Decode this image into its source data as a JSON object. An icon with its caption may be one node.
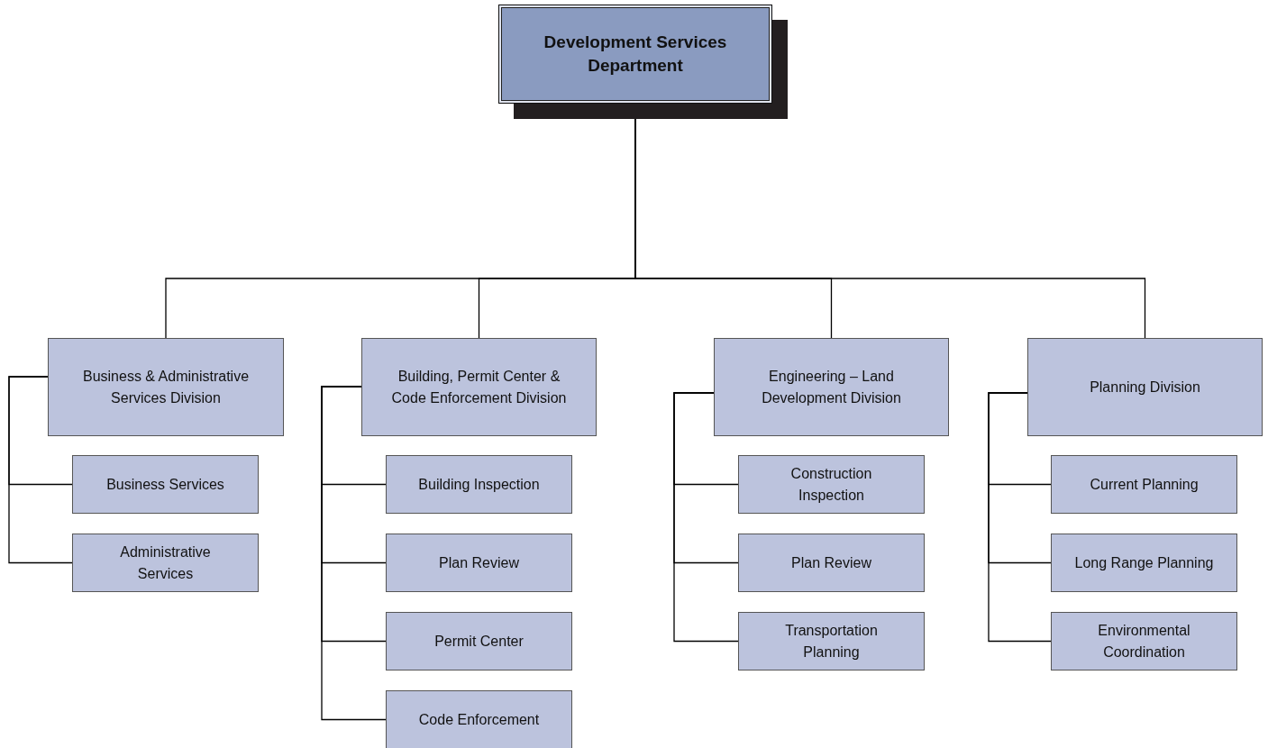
{
  "diagram": {
    "nodes": [
      {
        "text": [
          "Development Services Department"
        ]
      },
      {
        "text": [
          "Business & Administrative Services Division"
        ]
      },
      {
        "text": [
          "Business Services"
        ]
      },
      {
        "text": [
          "Administrative Services"
        ]
      },
      {
        "text": [
          "Building, Permit Center & Code Enforcement Division"
        ]
      },
      {
        "text": [
          "Building Inspection"
        ]
      },
      {
        "text": [
          "Plan Review"
        ]
      },
      {
        "text": [
          "Permit Center"
        ]
      },
      {
        "text": [
          "Code Enforcement"
        ]
      },
      {
        "text": [
          "Engineering – Land Development Division"
        ]
      },
      {
        "text": [
          "Construction Inspection"
        ]
      },
      {
        "text": [
          "Plan Review"
        ]
      },
      {
        "text": [
          "Transportation Planning"
        ]
      },
      {
        "text": [
          "Planning Division"
        ]
      },
      {
        "text": [
          "Current Planning"
        ]
      },
      {
        "text": [
          "Long Range Planning"
        ]
      },
      {
        "text": [
          "Environmental Coordination"
        ]
      }
    ],
    "edges": [
      {
        "from": 0,
        "to": 1,
        "arrow": "none"
      },
      {
        "from": 0,
        "to": 4,
        "arrow": "none"
      },
      {
        "from": 0,
        "to": 9,
        "arrow": "none"
      },
      {
        "from": 0,
        "to": 13,
        "arrow": "none"
      },
      {
        "from": 1,
        "to": 2,
        "arrow": "none"
      },
      {
        "from": 1,
        "to": 3,
        "arrow": "none"
      },
      {
        "from": 4,
        "to": 5,
        "arrow": "none"
      },
      {
        "from": 4,
        "to": 6,
        "arrow": "none"
      },
      {
        "from": 4,
        "to": 7,
        "arrow": "none"
      },
      {
        "from": 4,
        "to": 8,
        "arrow": "none"
      },
      {
        "from": 9,
        "to": 10,
        "arrow": "none"
      },
      {
        "from": 9,
        "to": 11,
        "arrow": "none"
      },
      {
        "from": 9,
        "to": 12,
        "arrow": "none"
      },
      {
        "from": 13,
        "to": 14,
        "arrow": "none"
      },
      {
        "from": 13,
        "to": 15,
        "arrow": "none"
      },
      {
        "from": 13,
        "to": 16,
        "arrow": "none"
      }
    ]
  }
}
